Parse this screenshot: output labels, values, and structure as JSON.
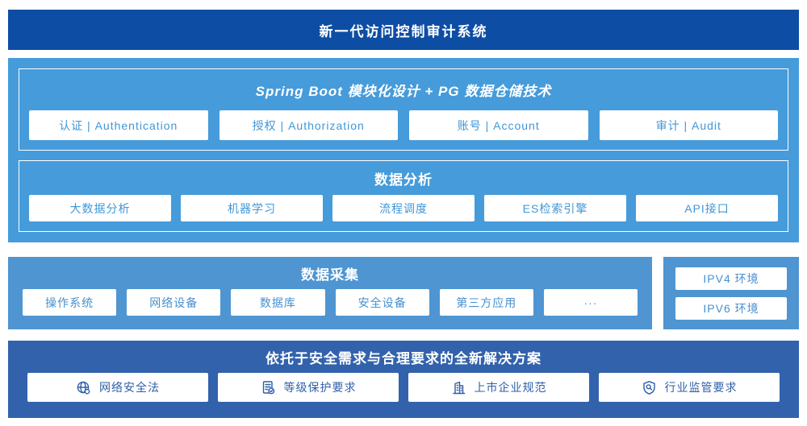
{
  "page": {
    "title": "新一代访问控制审计系统"
  },
  "platform": {
    "spring": {
      "title": "Spring Boot 模块化设计 + PG 数据仓储技术",
      "items": [
        "认证 | Authentication",
        "授权 | Authorization",
        "账号 | Account",
        "审计 | Audit"
      ]
    },
    "analysis": {
      "title": "数据分析",
      "items": [
        "大数据分析",
        "机器学习",
        "流程调度",
        "ES检索引擎",
        "API接口"
      ]
    }
  },
  "collection": {
    "title": "数据采集",
    "items": [
      "操作系统",
      "网络设备",
      "数据库",
      "安全设备",
      "第三方应用",
      "···"
    ]
  },
  "environments": {
    "items": [
      "IPV4 环境",
      "IPV6 环境"
    ]
  },
  "solution": {
    "title": "依托于安全需求与合理要求的全新解决方案",
    "items": [
      {
        "icon": "globe-icon",
        "label": "网络安全法"
      },
      {
        "icon": "document-check-icon",
        "label": "等级保护要求"
      },
      {
        "icon": "building-icon",
        "label": "上市企业规范"
      },
      {
        "icon": "shield-search-icon",
        "label": "行业监管要求"
      }
    ]
  },
  "colors": {
    "banner_bg": "#0e4da4",
    "platform_bg": "#469bda",
    "collection_bg": "#4e95d1",
    "solution_bg": "#3262ac",
    "box_text_light_blue": "#3f97d6",
    "box_text_mid_blue": "#4690cf",
    "box_text_dark_blue": "#2e5fa8"
  }
}
